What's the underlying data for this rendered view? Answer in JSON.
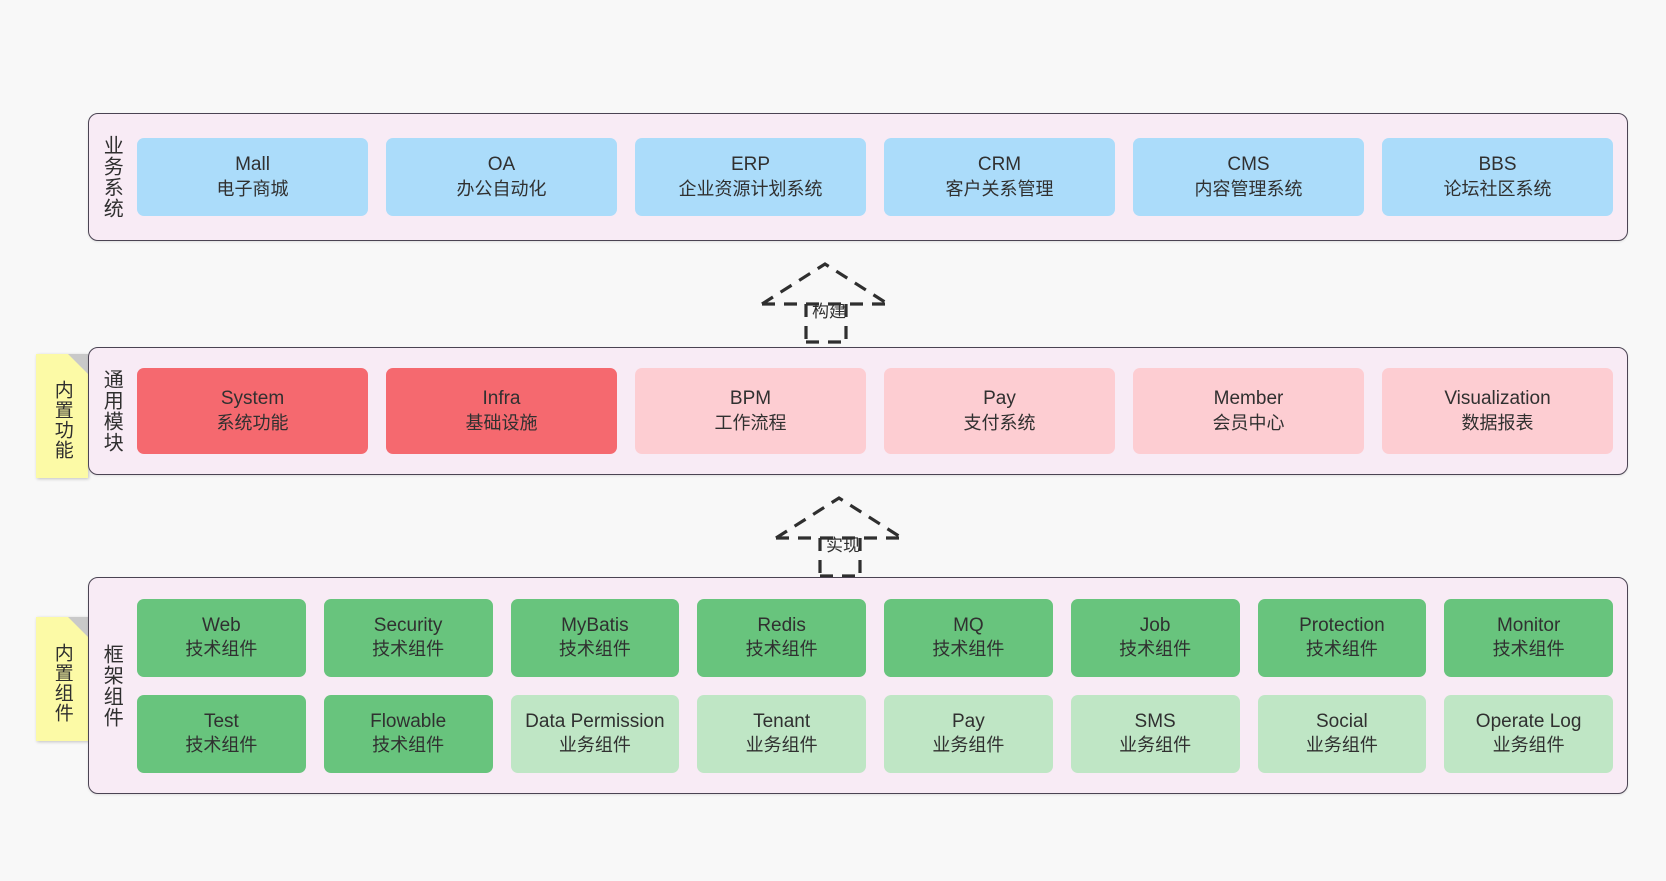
{
  "diagram": {
    "background_color": "#f8f8f8",
    "layer_background": "#f8ebf5",
    "layer_border": "#4b4453"
  },
  "layers": [
    {
      "id": "business-systems",
      "title": "业务系统",
      "accent": "#abdcfa",
      "rows": [
        [
          {
            "en": "Mall",
            "cn": "电子商城",
            "style": "blue"
          },
          {
            "en": "OA",
            "cn": "办公自动化",
            "style": "blue"
          },
          {
            "en": "ERP",
            "cn": "企业资源计划系统",
            "style": "blue"
          },
          {
            "en": "CRM",
            "cn": "客户关系管理",
            "style": "blue"
          },
          {
            "en": "CMS",
            "cn": "内容管理系统",
            "style": "blue"
          },
          {
            "en": "BBS",
            "cn": "论坛社区系统",
            "style": "blue"
          }
        ]
      ]
    },
    {
      "id": "common-modules",
      "title": "通用模块",
      "note": "内置功能",
      "accent": "#f5696f",
      "rows": [
        [
          {
            "en": "System",
            "cn": "系统功能",
            "style": "red"
          },
          {
            "en": "Infra",
            "cn": "基础设施",
            "style": "red"
          },
          {
            "en": "BPM",
            "cn": "工作流程",
            "style": "pink"
          },
          {
            "en": "Pay",
            "cn": "支付系统",
            "style": "pink"
          },
          {
            "en": "Member",
            "cn": "会员中心",
            "style": "pink"
          },
          {
            "en": "Visualization",
            "cn": "数据报表",
            "style": "pink"
          }
        ]
      ]
    },
    {
      "id": "framework-components",
      "title": "框架组件",
      "note": "内置组件",
      "accent": "#68c47d",
      "rows": [
        [
          {
            "en": "Web",
            "cn": "技术组件",
            "style": "green"
          },
          {
            "en": "Security",
            "cn": "技术组件",
            "style": "green"
          },
          {
            "en": "MyBatis",
            "cn": "技术组件",
            "style": "green"
          },
          {
            "en": "Redis",
            "cn": "技术组件",
            "style": "green"
          },
          {
            "en": "MQ",
            "cn": "技术组件",
            "style": "green"
          },
          {
            "en": "Job",
            "cn": "技术组件",
            "style": "green"
          },
          {
            "en": "Protection",
            "cn": "技术组件",
            "style": "green"
          },
          {
            "en": "Monitor",
            "cn": "技术组件",
            "style": "green"
          }
        ],
        [
          {
            "en": "Test",
            "cn": "技术组件",
            "style": "green"
          },
          {
            "en": "Flowable",
            "cn": "技术组件",
            "style": "green"
          },
          {
            "en": "Data Permission",
            "cn": "业务组件",
            "style": "lgreen"
          },
          {
            "en": "Tenant",
            "cn": "业务组件",
            "style": "lgreen"
          },
          {
            "en": "Pay",
            "cn": "业务组件",
            "style": "lgreen"
          },
          {
            "en": "SMS",
            "cn": "业务组件",
            "style": "lgreen"
          },
          {
            "en": "Social",
            "cn": "业务组件",
            "style": "lgreen"
          },
          {
            "en": "Operate Log",
            "cn": "业务组件",
            "style": "lgreen"
          }
        ]
      ]
    }
  ],
  "connectors": [
    {
      "id": "build",
      "label": "构建",
      "from": "common-modules",
      "to": "business-systems"
    },
    {
      "id": "implement",
      "label": "实现",
      "from": "framework-components",
      "to": "common-modules"
    }
  ]
}
